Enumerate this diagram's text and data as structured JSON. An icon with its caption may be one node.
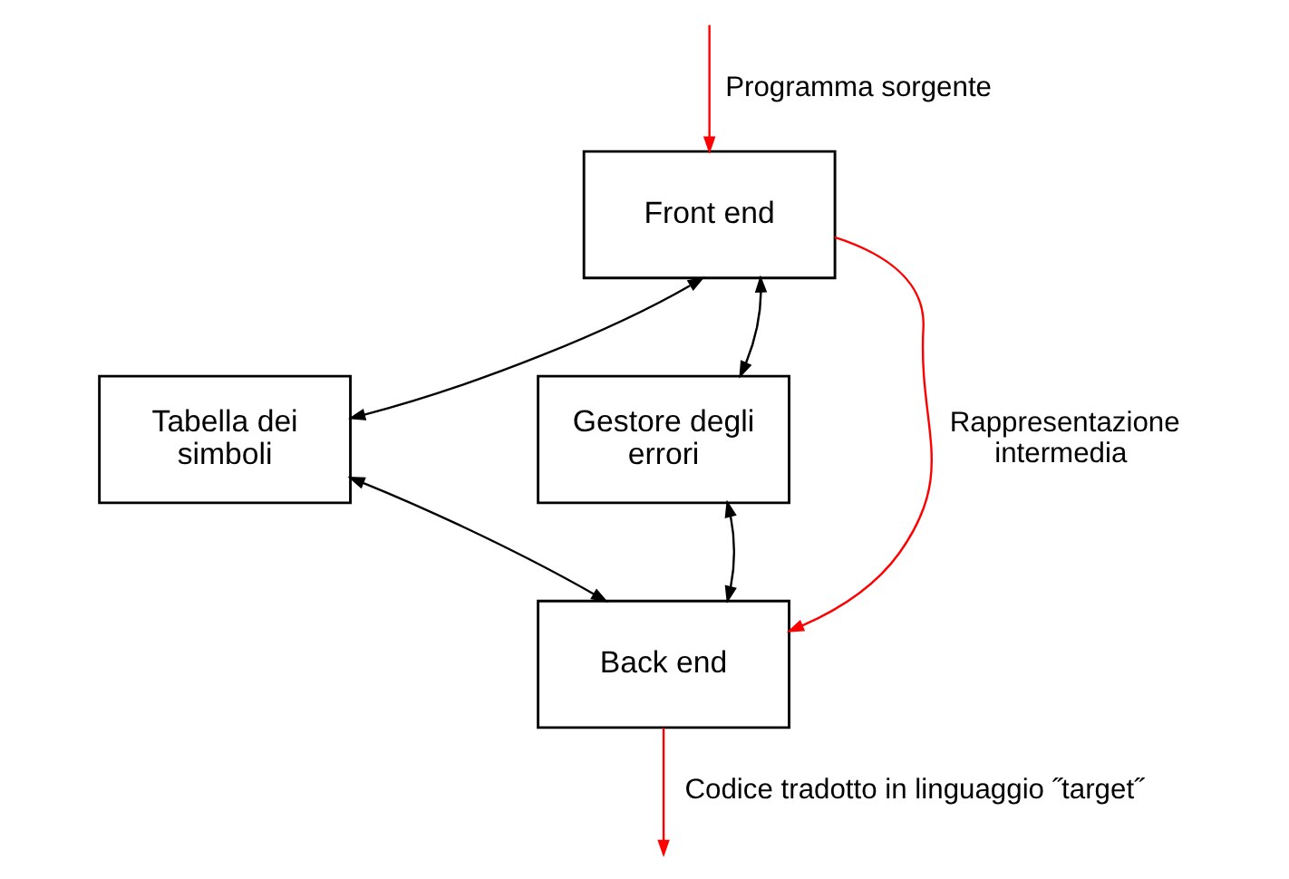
{
  "diagram": {
    "nodes": [
      {
        "text": [
          "Front end"
        ]
      },
      {
        "text": [
          "Tabella dei simboli"
        ]
      },
      {
        "text": [
          "Gestore degli errori"
        ]
      },
      {
        "text": [
          "Back end"
        ]
      }
    ],
    "edges": [
      {
        "from": null,
        "to": 0,
        "arrow": "to",
        "label": "Programma sorgente",
        "color": "#ff0000"
      },
      {
        "from": 0,
        "to": 3,
        "arrow": "to",
        "label": "Rappresentazione intermedia",
        "color": "#ff0000"
      },
      {
        "from": 3,
        "to": null,
        "arrow": "to",
        "label": "Codice tradotto in linguaggio ˝target˝",
        "color": "#ff0000"
      },
      {
        "from": 1,
        "to": 0,
        "arrow": "both"
      },
      {
        "from": 1,
        "to": 3,
        "arrow": "both"
      },
      {
        "from": 0,
        "to": 2,
        "arrow": "both"
      },
      {
        "from": 3,
        "to": 2,
        "arrow": "both"
      }
    ]
  }
}
